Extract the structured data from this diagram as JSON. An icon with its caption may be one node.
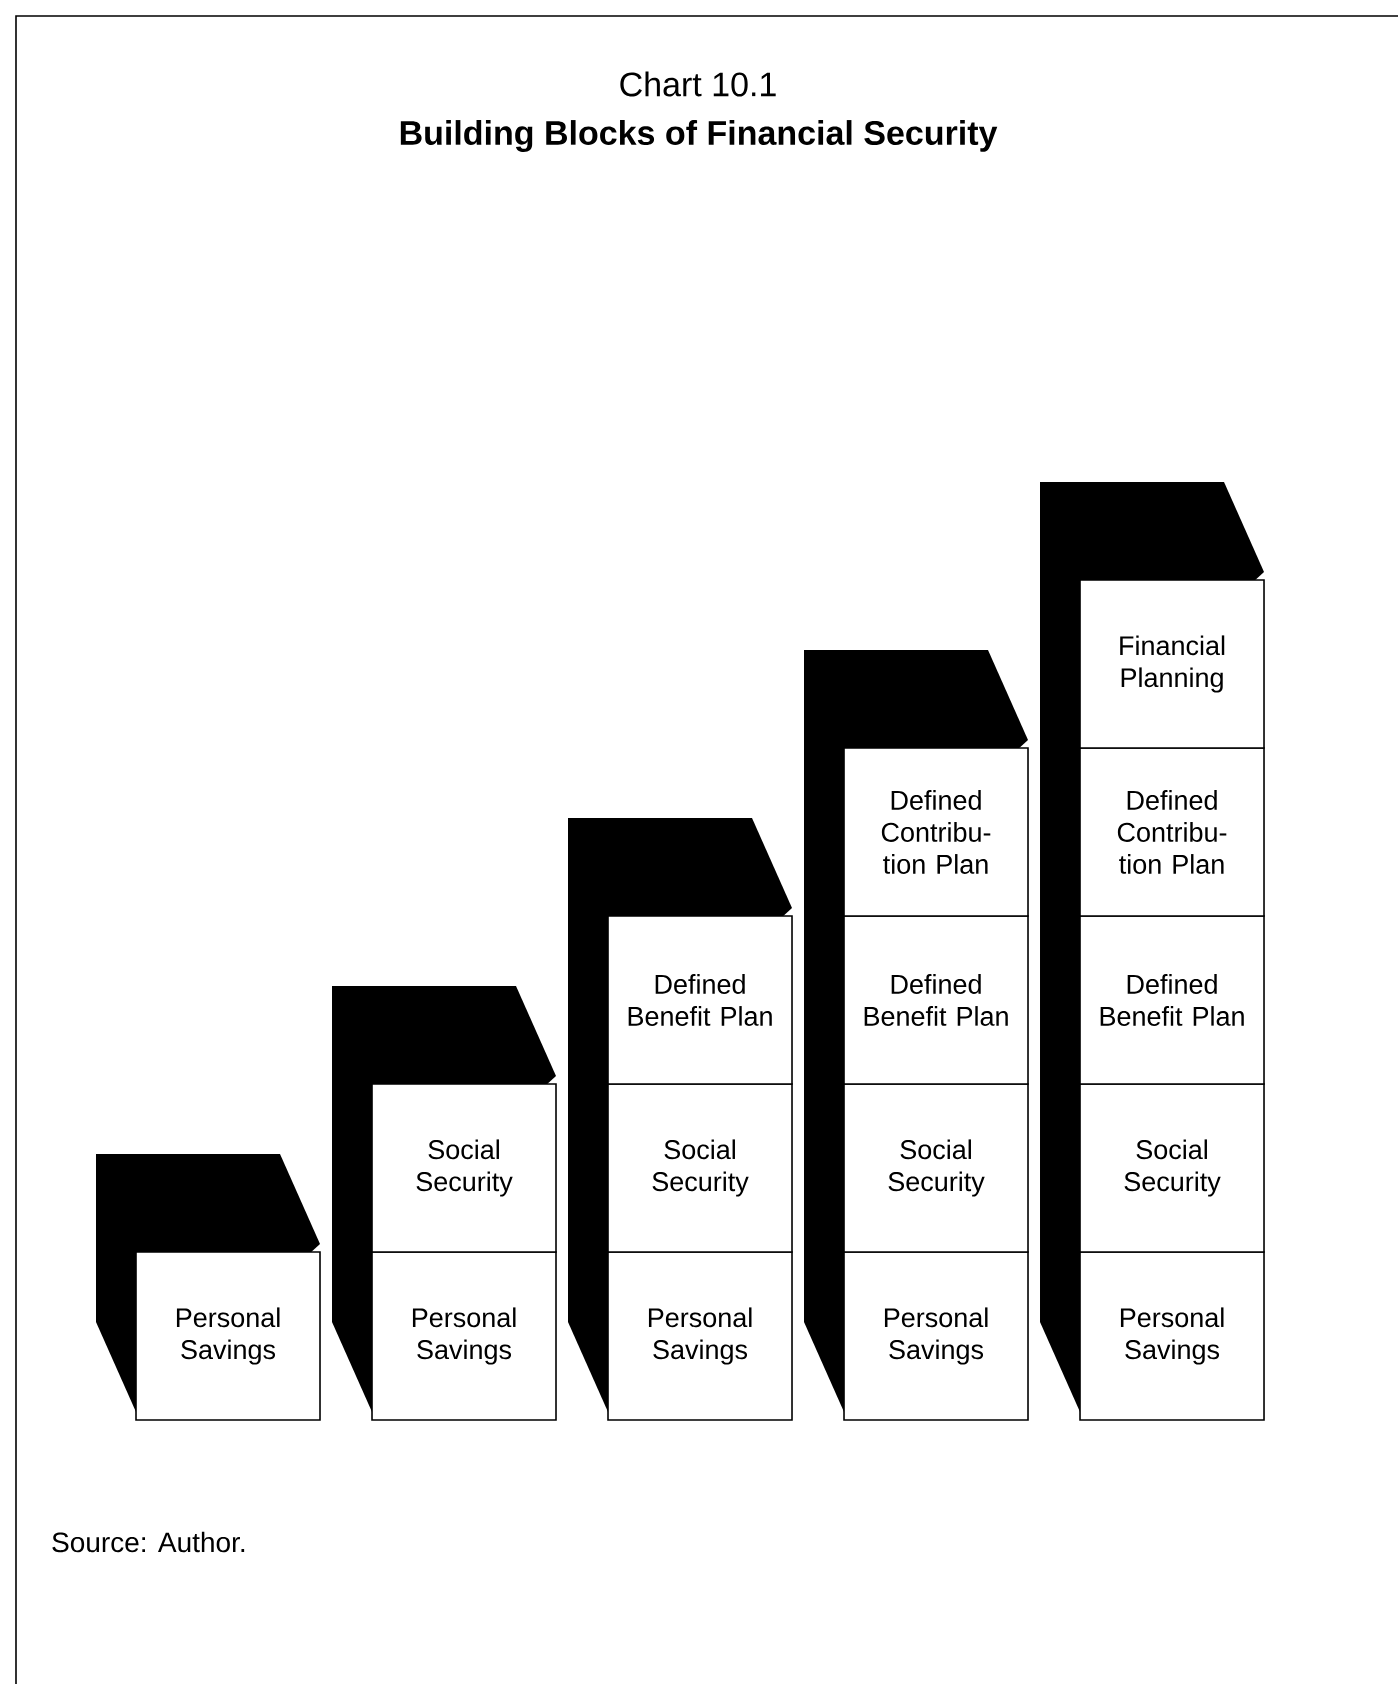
{
  "diagram": {
    "title": "Building Blocks of Financial Security",
    "caption": "Source: Author.",
    "labels": [
      "Chart 10.1"
    ],
    "nodes": [
      {
        "text": [
          "Personal Savings"
        ]
      },
      {
        "text": [
          "Social Security"
        ]
      },
      {
        "text": [
          "Personal Savings"
        ]
      },
      {
        "text": [
          "Defined Benefit Plan"
        ]
      },
      {
        "text": [
          "Social Security"
        ]
      },
      {
        "text": [
          "Personal Savings"
        ]
      },
      {
        "text": [
          "Defined Contribu-tion Plan"
        ]
      },
      {
        "text": [
          "Defined Benefit Plan"
        ]
      },
      {
        "text": [
          "Social Security"
        ]
      },
      {
        "text": [
          "Personal Savings"
        ]
      },
      {
        "text": [
          "Financial Planning"
        ]
      },
      {
        "text": [
          "Defined Contribu-tion Plan"
        ]
      },
      {
        "text": [
          "Defined Benefit Plan"
        ]
      },
      {
        "text": [
          "Social Security"
        ]
      },
      {
        "text": [
          "Personal Savings"
        ]
      }
    ]
  }
}
